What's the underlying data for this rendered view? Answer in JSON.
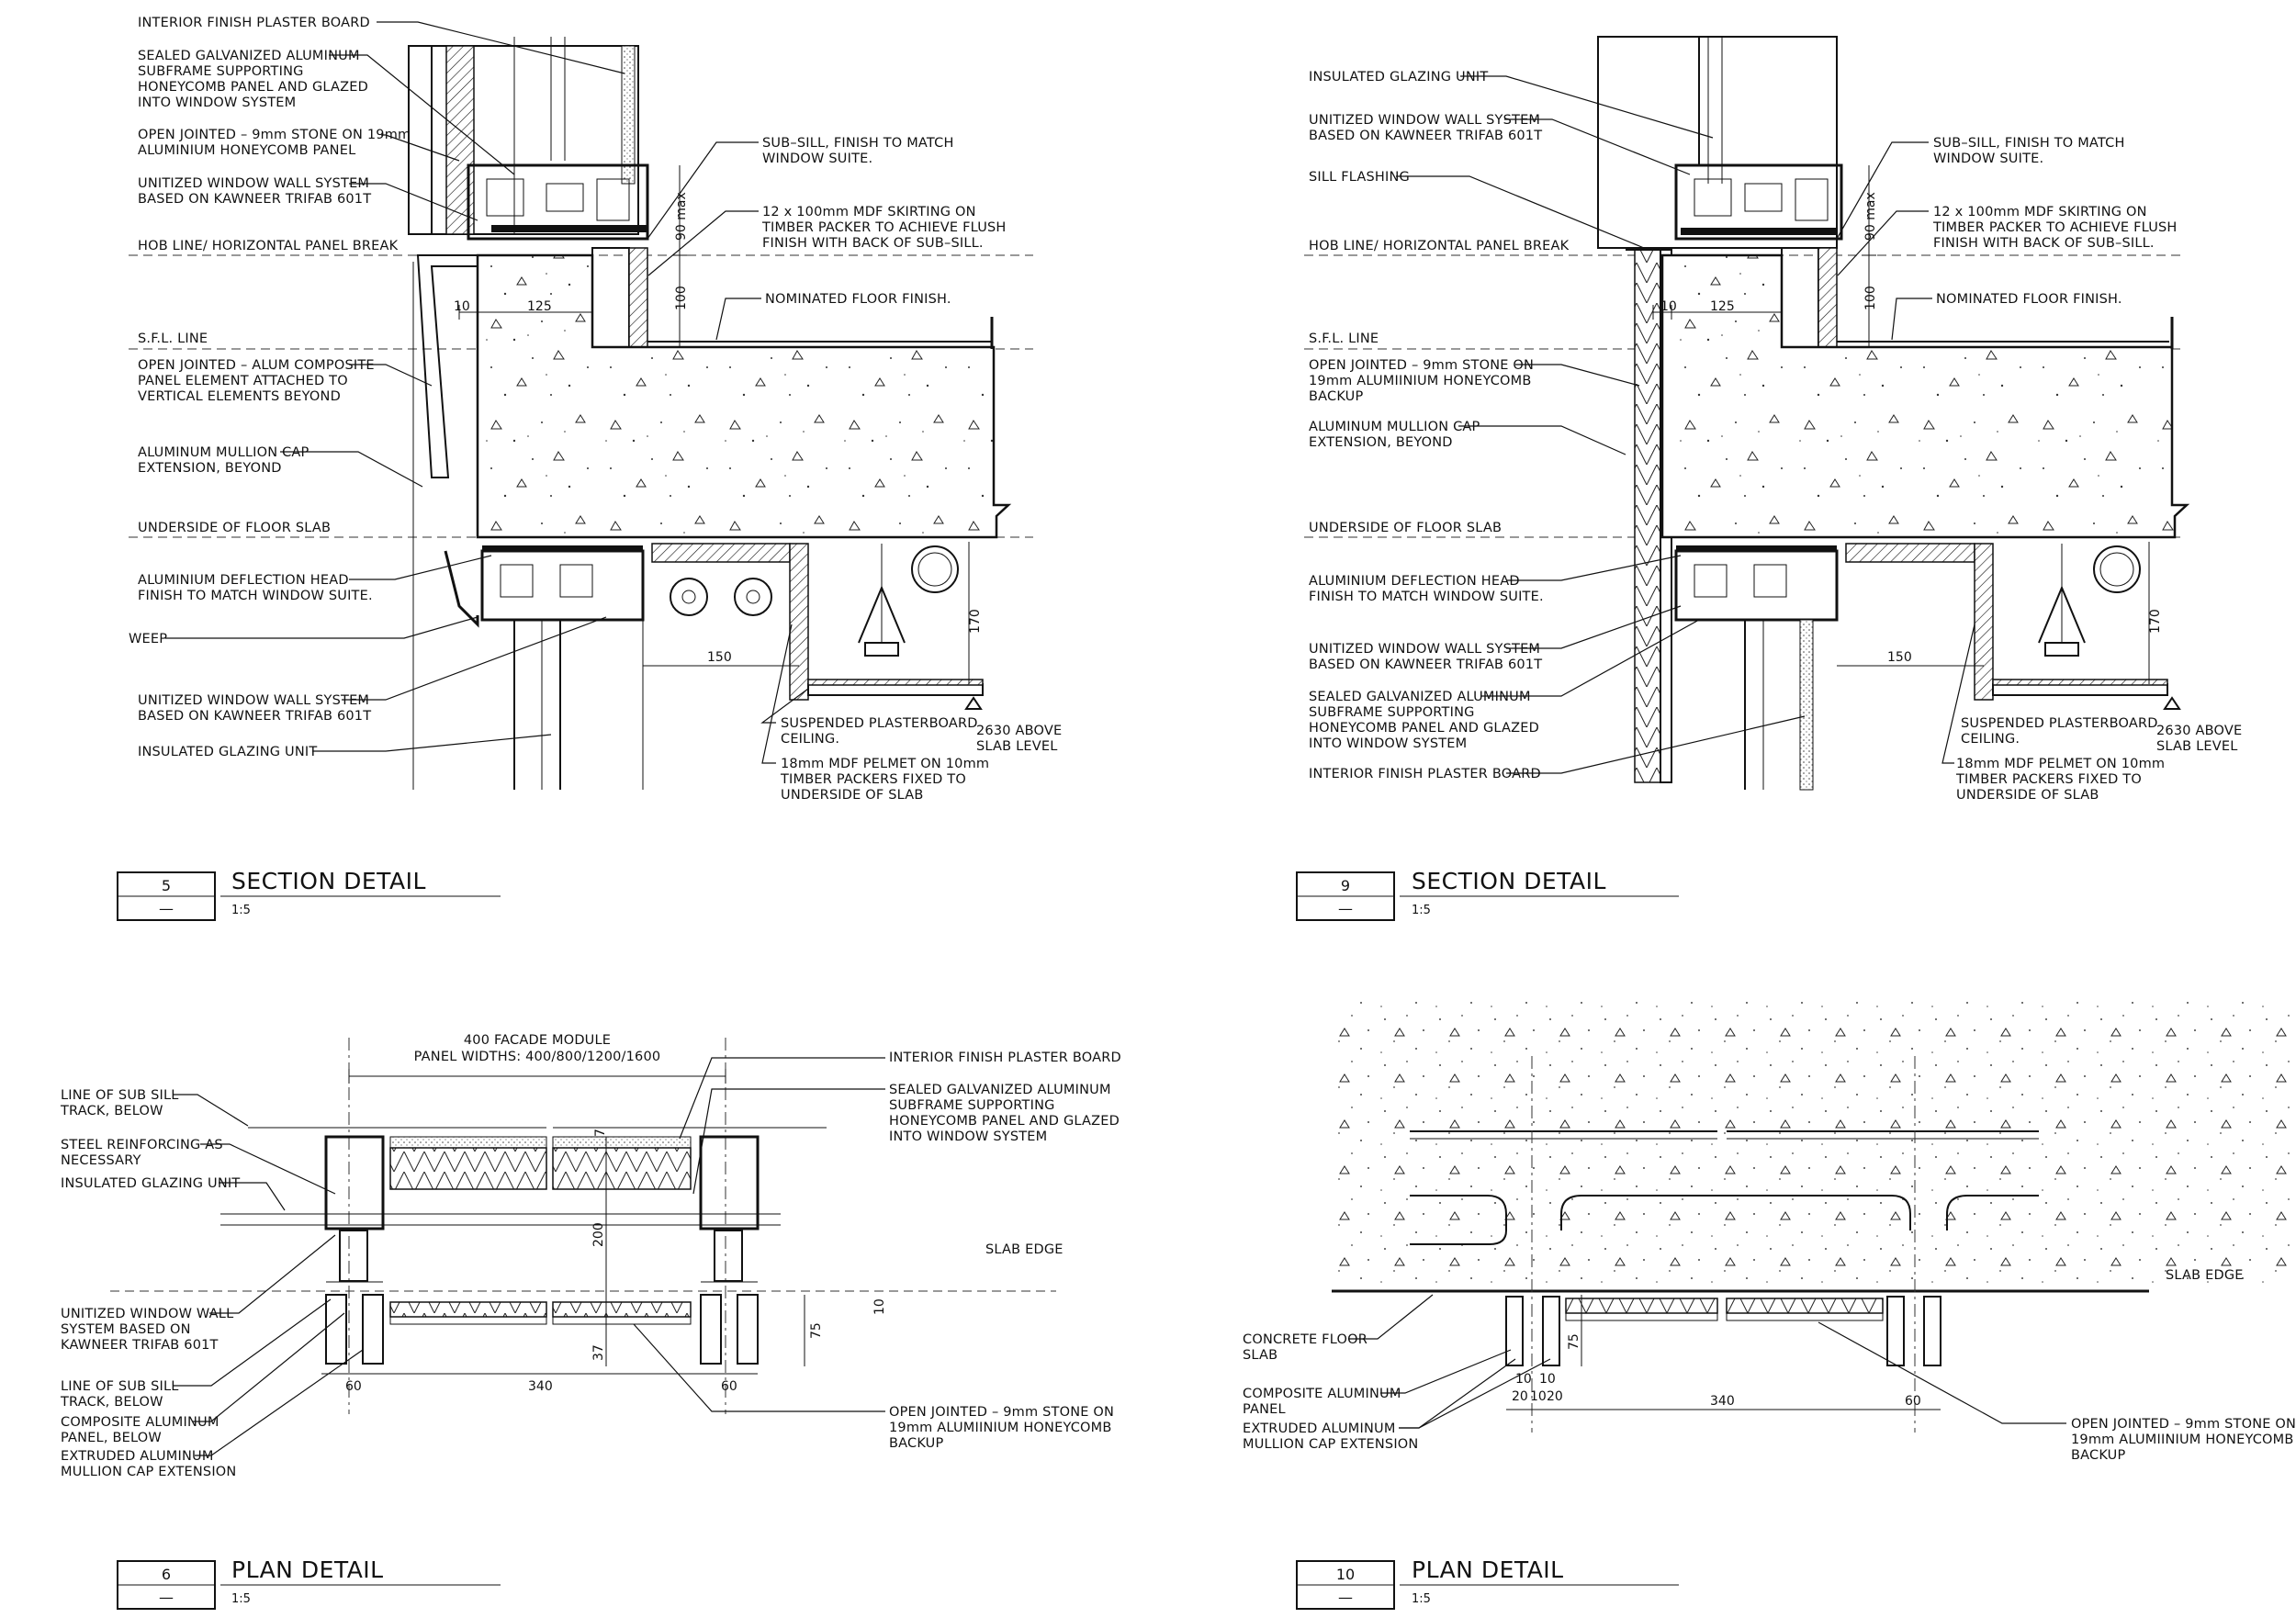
{
  "colors": {
    "ink": "#111111",
    "paper": "#ffffff"
  },
  "details": [
    {
      "id": "d5",
      "number": "5",
      "sub": "—",
      "title": "SECTION DETAIL",
      "scale": "1:5",
      "labels": [
        "INTERIOR FINISH PLASTER BOARD",
        "SEALED GALVANIZED ALUMINUM",
        "SUBFRAME SUPPORTING",
        "HONEYCOMB PANEL AND GLAZED",
        "INTO WINDOW SYSTEM",
        "OPEN JOINTED – 9mm STONE ON 19mm",
        "ALUMINIUM HONEYCOMB PANEL",
        "UNITIZED WINDOW WALL SYSTEM",
        "BASED ON KAWNEER TRIFAB 601T",
        "HOB LINE/ HORIZONTAL PANEL BREAK",
        "S.F.L. LINE",
        "OPEN JOINTED – ALUM COMPOSITE",
        "PANEL ELEMENT ATTACHED TO",
        "VERTICAL ELEMENTS BEYOND",
        "ALUMINUM MULLION CAP",
        "EXTENSION, BEYOND",
        "UNDERSIDE OF FLOOR SLAB",
        "ALUMINIUM DEFLECTION HEAD",
        "FINISH TO MATCH WINDOW SUITE.",
        "WEEP",
        "UNITIZED WINDOW WALL SYSTEM",
        "BASED ON KAWNEER TRIFAB 601T",
        "INSULATED GLAZING UNIT",
        "SUB–SILL, FINISH TO MATCH",
        "WINDOW SUITE.",
        "12 x 100mm MDF SKIRTING ON",
        "TIMBER PACKER TO ACHIEVE FLUSH",
        "FINISH WITH BACK OF SUB–SILL.",
        "NOMINATED FLOOR FINISH.",
        "SUSPENDED PLASTERBOARD",
        "CEILING.",
        "18mm MDF PELMET ON 10mm",
        "TIMBER PACKERS FIXED TO",
        "UNDERSIDE OF SLAB",
        "2630 ABOVE",
        "SLAB LEVEL"
      ],
      "dims": [
        "10",
        "125",
        "90 max",
        "100",
        "150",
        "170"
      ]
    },
    {
      "id": "d9",
      "number": "9",
      "sub": "—",
      "title": "SECTION DETAIL",
      "scale": "1:5",
      "labels": [
        "INSULATED GLAZING UNIT",
        "UNITIZED WINDOW WALL SYSTEM",
        "BASED ON KAWNEER TRIFAB 601T",
        "SILL FLASHING",
        "HOB LINE/ HORIZONTAL PANEL BREAK",
        "S.F.L. LINE",
        "OPEN JOINTED – 9mm STONE ON",
        "19mm ALUMIINIUM HONEYCOMB",
        "BACKUP",
        "ALUMINUM MULLION CAP",
        "EXTENSION, BEYOND",
        "UNDERSIDE OF FLOOR SLAB",
        "ALUMINIUM DEFLECTION HEAD",
        "FINISH TO MATCH WINDOW SUITE.",
        "UNITIZED WINDOW WALL SYSTEM",
        "BASED ON KAWNEER TRIFAB 601T",
        "SEALED GALVANIZED ALUMINUM",
        "SUBFRAME SUPPORTING",
        "HONEYCOMB PANEL AND GLAZED",
        "INTO WINDOW SYSTEM",
        "INTERIOR FINISH PLASTER BOARD",
        "SUB–SILL, FINISH TO MATCH",
        "WINDOW SUITE.",
        "12 x 100mm MDF SKIRTING ON",
        "TIMBER PACKER TO ACHIEVE FLUSH",
        "FINISH WITH BACK OF SUB–SILL.",
        "NOMINATED FLOOR FINISH.",
        "SUSPENDED PLASTERBOARD",
        "CEILING.",
        "18mm MDF PELMET ON 10mm",
        "TIMBER PACKERS FIXED TO",
        "UNDERSIDE OF SLAB",
        "2630 ABOVE",
        "SLAB LEVEL"
      ],
      "dims": [
        "10",
        "125",
        "90 max",
        "100",
        "150",
        "170"
      ]
    },
    {
      "id": "d6",
      "number": "6",
      "sub": "—",
      "title": "PLAN DETAIL",
      "scale": "1:5",
      "labels": [
        "LINE OF SUB SILL",
        "TRACK, BELOW",
        "STEEL REINFORCING AS",
        "NECESSARY",
        "INSULATED GLAZING UNIT",
        "UNITIZED WINDOW WALL",
        "SYSTEM BASED ON",
        "KAWNEER TRIFAB 601T",
        "LINE OF SUB SILL",
        "TRACK, BELOW",
        "COMPOSITE ALUMINUM",
        "PANEL, BELOW",
        "EXTRUDED ALUMINUM",
        "MULLION CAP EXTENSION",
        "400 FACADE MODULE",
        "PANEL WIDTHS: 400/800/1200/1600",
        "INTERIOR FINISH PLASTER BOARD",
        "SEALED GALVANIZED ALUMINUM",
        "SUBFRAME SUPPORTING",
        "HONEYCOMB PANEL AND GLAZED",
        "INTO WINDOW SYSTEM",
        "SLAB EDGE",
        "OPEN JOINTED – 9mm STONE ON",
        "19mm ALUMIINIUM HONEYCOMB",
        "BACKUP"
      ],
      "dims": [
        "7",
        "200",
        "37",
        "75",
        "10",
        "60",
        "340",
        "60"
      ]
    },
    {
      "id": "d10",
      "number": "10",
      "sub": "—",
      "title": "PLAN DETAIL",
      "scale": "1:5",
      "labels": [
        "SLAB EDGE",
        "CONCRETE FLOOR",
        "SLAB",
        "COMPOSITE ALUMINUM",
        "PANEL",
        "EXTRUDED ALUMINUM",
        "MULLION CAP EXTENSION",
        "OPEN JOINTED – 9mm STONE ON",
        "19mm ALUMIINIUM HONEYCOMB",
        "BACKUP"
      ],
      "dims": [
        "75",
        "10",
        "10",
        "20",
        "20",
        "10",
        "340",
        "60"
      ]
    }
  ]
}
